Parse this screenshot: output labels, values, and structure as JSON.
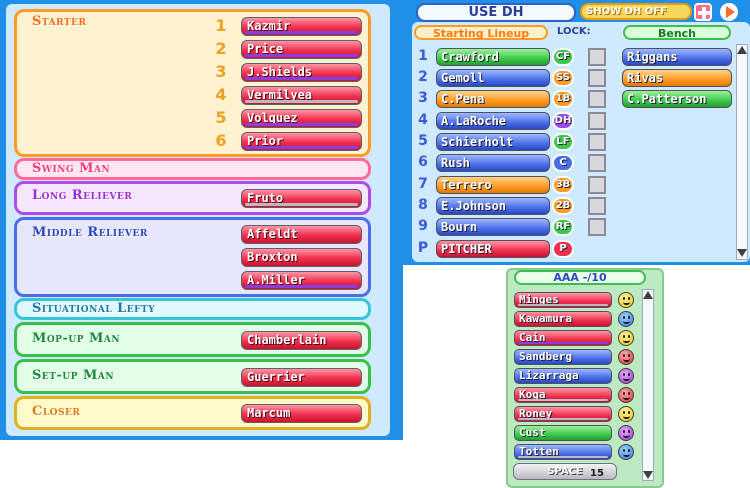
{
  "bullpen": {
    "starter": {
      "label": "Starter",
      "slots": [
        "1",
        "2",
        "3",
        "4",
        "5",
        "6"
      ],
      "players": [
        "Kazmir",
        "Price",
        "J.Shields",
        "Vermilyea",
        "Volquez",
        "Prior"
      ]
    },
    "swing_man": {
      "label": "Swing Man"
    },
    "long_reliever": {
      "label": "Long Reliever",
      "players": [
        "Fruto"
      ]
    },
    "middle_reliever": {
      "label": "Middle Reliever",
      "players": [
        "Affeldt",
        "Broxton",
        "A.Miller"
      ]
    },
    "situational_lefty": {
      "label": "Situational Lefty"
    },
    "mop_up_man": {
      "label": "Mop-up Man",
      "players": [
        "Chamberlain"
      ]
    },
    "set_up_man": {
      "label": "Set-up Man",
      "players": [
        "Guerrier"
      ]
    },
    "closer": {
      "label": "Closer",
      "players": [
        "Marcum"
      ]
    }
  },
  "lineup": {
    "use_dh_label": "USE DH",
    "show_dh_label": "SHOW DH OFF",
    "starting_tab": "Starting Lineup",
    "lock_label": "LOCK",
    "bench_tab": "Bench",
    "batting_order": [
      "1",
      "2",
      "3",
      "4",
      "5",
      "6",
      "7",
      "8",
      "9",
      "P"
    ],
    "players": [
      "Crawford",
      "Gemoll",
      "C.Pena",
      "A.LaRoche",
      "Schierholt",
      "Rush",
      "Terrero",
      "E.Johnson",
      "Bourn",
      "PITCHER"
    ],
    "positions": [
      "CF",
      "SS",
      "1B",
      "DH",
      "LF",
      "C",
      "3B",
      "2B",
      "RF",
      "P"
    ],
    "bench": [
      "Riggans",
      "Rivas",
      "C.Patterson"
    ]
  },
  "aaa": {
    "title": "AAA    -/10",
    "players": [
      "Minges",
      "Kawamura",
      "Cain",
      "Sandberg",
      "Lizarraga",
      "Koga",
      "Roney",
      "Cust",
      "Totten"
    ],
    "space_label": "SPACE",
    "space_count": "15"
  }
}
